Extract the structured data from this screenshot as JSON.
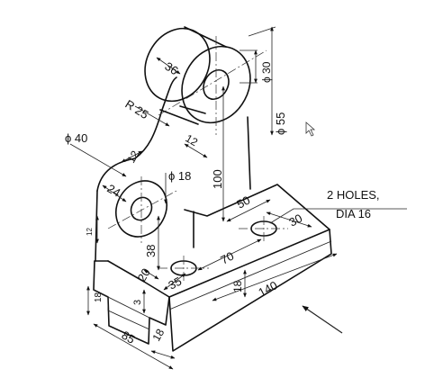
{
  "dimensions": {
    "d36": "36",
    "phi30": "ϕ 30",
    "phi55": "ϕ 55",
    "r25": "R 25",
    "phi40": "ϕ 40",
    "d12_upper": "12",
    "d12_mid": "12",
    "phi18": "ϕ 18",
    "d24": "24",
    "d100": "100",
    "d12_left": "12",
    "d38": "38",
    "d20": "20",
    "d50": "50",
    "d30": "30",
    "d70": "70",
    "d35": "35",
    "d18_side": "18",
    "d140": "140",
    "d18_left": "18",
    "d3": "3",
    "d18_bottom": "18",
    "d85": "85"
  },
  "notes": {
    "holes_line1": "2 HOLES,",
    "holes_line2": "DIA 16"
  },
  "colors": {
    "ink": "#111111",
    "paper": "#ffffff"
  }
}
